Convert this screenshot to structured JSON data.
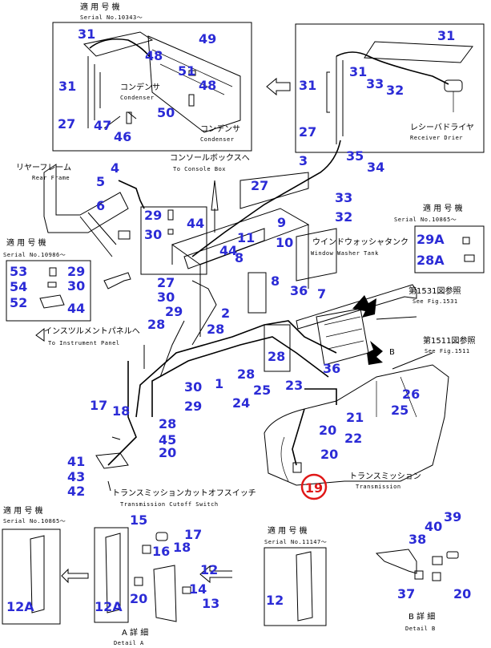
{
  "callouts": {
    "c31a": "31",
    "c31b": "31",
    "c49": "49",
    "c48a": "48",
    "c51": "51",
    "c48b": "48",
    "c50": "50",
    "c27a": "27",
    "c47": "47",
    "c46": "46",
    "c31c": "31",
    "c31d": "31",
    "c31e": "31",
    "c33a": "33",
    "c32a": "32",
    "c27b": "27",
    "c3": "3",
    "c35": "35",
    "c34": "34",
    "c33b": "33",
    "c32b": "32",
    "c4": "4",
    "c5": "5",
    "c6": "6",
    "c27c": "27",
    "c29a": "29",
    "c30a": "30",
    "c44a": "44",
    "c9": "9",
    "c10": "10",
    "c11": "11",
    "c44b": "44",
    "c8a": "8",
    "c8b": "8",
    "c7": "7",
    "c29Aa": "29A",
    "c28Aa": "28A",
    "c53": "53",
    "c29b": "29",
    "c54": "54",
    "c30b": "30",
    "c52": "52",
    "c44c": "44",
    "c27d": "27",
    "c30c": "30",
    "c29c": "29",
    "c2": "2",
    "c36a": "36",
    "c28a": "28",
    "c28b": "28",
    "c28c": "28",
    "c1": "1",
    "c28d": "28",
    "c36b": "36",
    "c23": "23",
    "c30d": "30",
    "c29d": "29",
    "c24": "24",
    "c25a": "25",
    "c26": "26",
    "c25b": "25",
    "c17a": "17",
    "c18a": "18",
    "c28e": "28",
    "c45": "45",
    "c21": "21",
    "c22": "22",
    "c20a": "20",
    "c20b": "20",
    "c41": "41",
    "c43": "43",
    "c42": "42",
    "c19": "19",
    "c15": "15",
    "c17b": "17",
    "c16": "16",
    "c18b": "18",
    "c12a": "12",
    "c14": "14",
    "c13": "13",
    "c12Aa": "12A",
    "c12Ab": "12A",
    "c20c": "20",
    "c12b": "12",
    "c39": "39",
    "c40": "40",
    "c38": "38",
    "c37": "37",
    "c20d": "20"
  },
  "labels": {
    "serial_top_jp": "適 用 号 機",
    "serial_top_en": "Serial No.10343～",
    "condenser_jp_a": "コンデンサ",
    "condenser_en_a": "Condenser",
    "condenser_jp_b": "コンデンサ",
    "condenser_en_b": "Condenser",
    "receiver_jp": "レシーバドライヤ",
    "receiver_en": "Receiver Drier",
    "console_jp": "コンソールボックスへ",
    "console_en": "To Console Box",
    "rear_frame_jp": "リヤーフレーム",
    "rear_frame_en": "Rear Frame",
    "serial_r1_jp": "適 用 号 機",
    "serial_r1_en": "Serial No.10865～",
    "window_jp": "ウインドウォッシャタンク",
    "window_en": "Window Washer Tank",
    "serial_l1_jp": "適 用 号 機",
    "serial_l1_en": "Serial No.10986～",
    "instrument_jp": "インスツルメントパネルへ",
    "instrument_en": "To Instrument Panel",
    "fig1531_jp": "第1531図参照",
    "fig1531_en": "See Fig.1531",
    "fig1511_jp": "第1511図参照",
    "fig1511_en": "See Fig.1511",
    "arrow_a": "A",
    "arrow_b": "B",
    "transmission_jp": "トランスミッション",
    "transmission_en": "Transmission",
    "cutoff_jp": "トランスミッションカットオフスイッチ",
    "cutoff_en": "Transmission Cutoff Switch",
    "serial_bl_jp": "適 用 号 機",
    "serial_bl_en": "Serial No.10865～",
    "serial_bm_jp": "適 用 号 機",
    "serial_bm_en": "Serial No.11147～",
    "detail_a_jp": "A 詳 細",
    "detail_a_en": "Detail A",
    "detail_b_jp": "B 詳 細",
    "detail_b_en": "Detail B"
  },
  "colors": {
    "callout": "#2b2bd6",
    "highlight": "#e01818",
    "line": "#000000"
  }
}
